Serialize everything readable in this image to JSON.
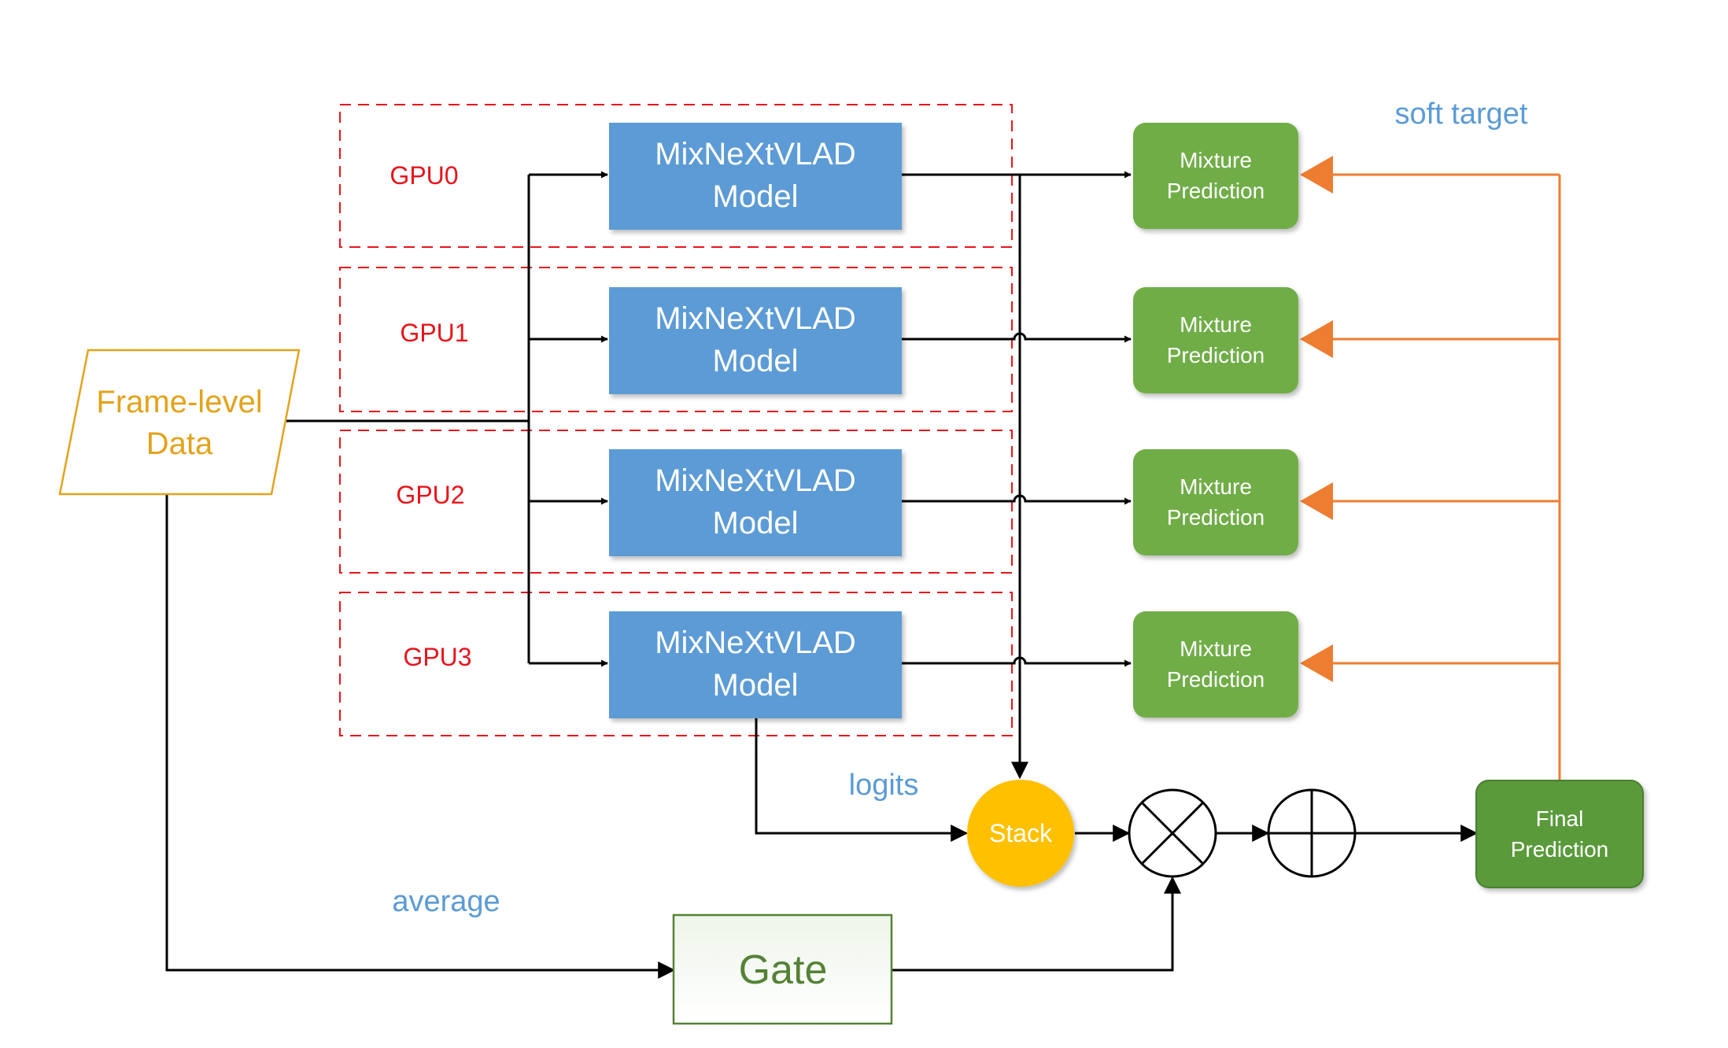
{
  "input": {
    "line1": "Frame-level",
    "line2": "Data"
  },
  "gpus": [
    {
      "label": "GPU0",
      "model_line1": "MixNeXtVLAD",
      "model_line2": "Model"
    },
    {
      "label": "GPU1",
      "model_line1": "MixNeXtVLAD",
      "model_line2": "Model"
    },
    {
      "label": "GPU2",
      "model_line1": "MixNeXtVLAD",
      "model_line2": "Model"
    },
    {
      "label": "GPU3",
      "model_line1": "MixNeXtVLAD",
      "model_line2": "Model"
    }
  ],
  "mixtures": [
    {
      "line1": "Mixture",
      "line2": "Prediction"
    },
    {
      "line1": "Mixture",
      "line2": "Prediction"
    },
    {
      "line1": "Mixture",
      "line2": "Prediction"
    },
    {
      "line1": "Mixture",
      "line2": "Prediction"
    }
  ],
  "stack": "Stack",
  "gate": "Gate",
  "final": {
    "line1": "Final",
    "line2": "Prediction"
  },
  "annotations": {
    "soft_target": "soft target",
    "logits": "logits",
    "average": "average"
  },
  "colors": {
    "model_blue": "#5b9bd5",
    "mixture_green": "#70ad47",
    "final_green": "#5a9a3a",
    "stack_yellow": "#ffc000",
    "gpu_red": "#e8141b",
    "input_orange": "#e3a21a",
    "soft_target_orange": "#ed7d31",
    "annotation_blue": "#5b9bd5",
    "gate_green": "#548235"
  }
}
